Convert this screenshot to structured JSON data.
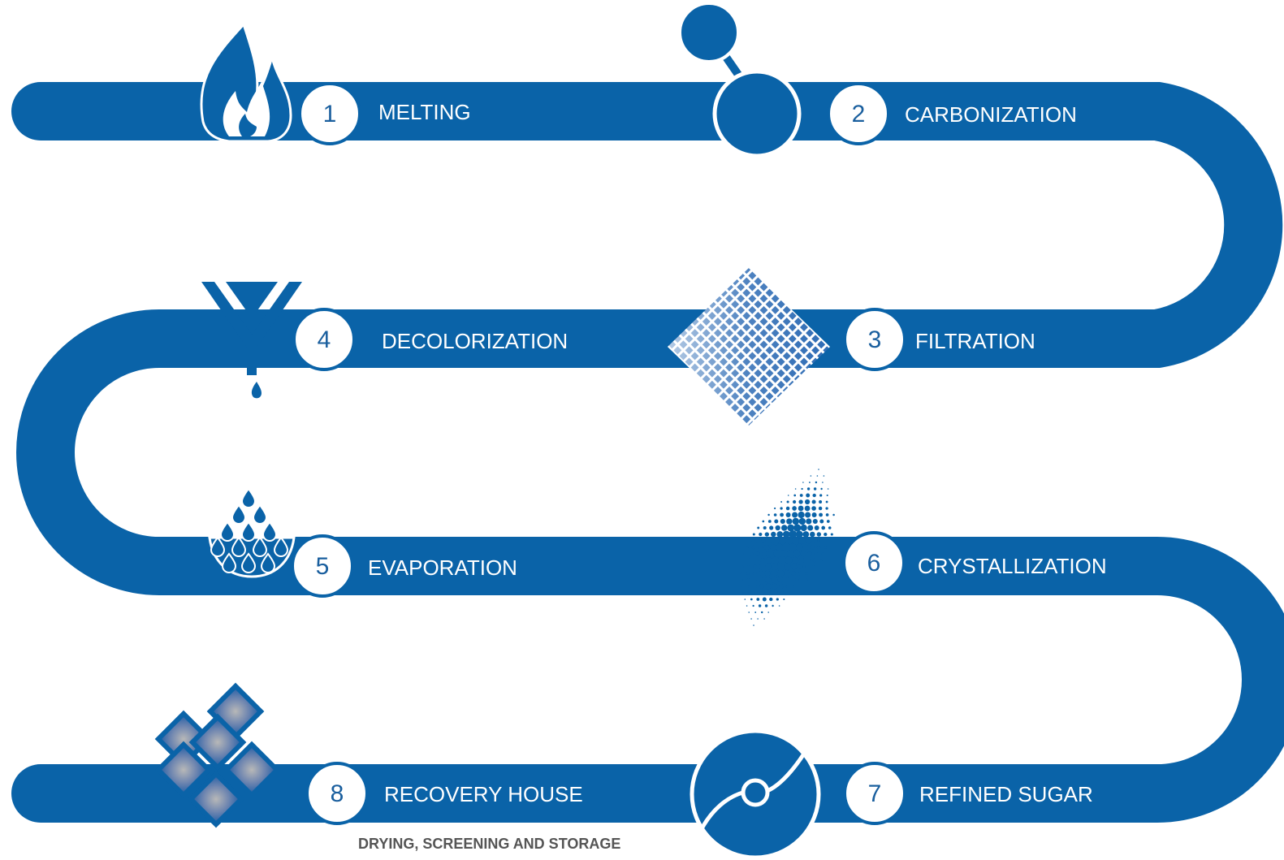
{
  "colors": {
    "brand": "#0a63a8",
    "badge_text": "#1a5f9e",
    "white": "#ffffff",
    "sub_text": "#555555"
  },
  "steps": [
    {
      "number": "1",
      "label": "MELTING",
      "icon": "flame-icon"
    },
    {
      "number": "2",
      "label": "CARBONIZATION",
      "icon": "carbonation-tank-icon"
    },
    {
      "number": "3",
      "label": "FILTRATION",
      "icon": "filter-mesh-icon"
    },
    {
      "number": "4",
      "label": "DECOLORIZATION",
      "icon": "funnel-drip-icon"
    },
    {
      "number": "5",
      "label": "EVAPORATION",
      "icon": "rising-droplets-icon"
    },
    {
      "number": "6",
      "label": "CRYSTALLIZATION",
      "icon": "crystal-dots-icon"
    },
    {
      "number": "7",
      "label": "REFINED SUGAR",
      "icon": "centrifuge-icon"
    },
    {
      "number": "8",
      "label": "RECOVERY HOUSE",
      "icon": "sugar-cubes-icon"
    }
  ],
  "recovery_note": "DRYING, SCREENING AND STORAGE"
}
